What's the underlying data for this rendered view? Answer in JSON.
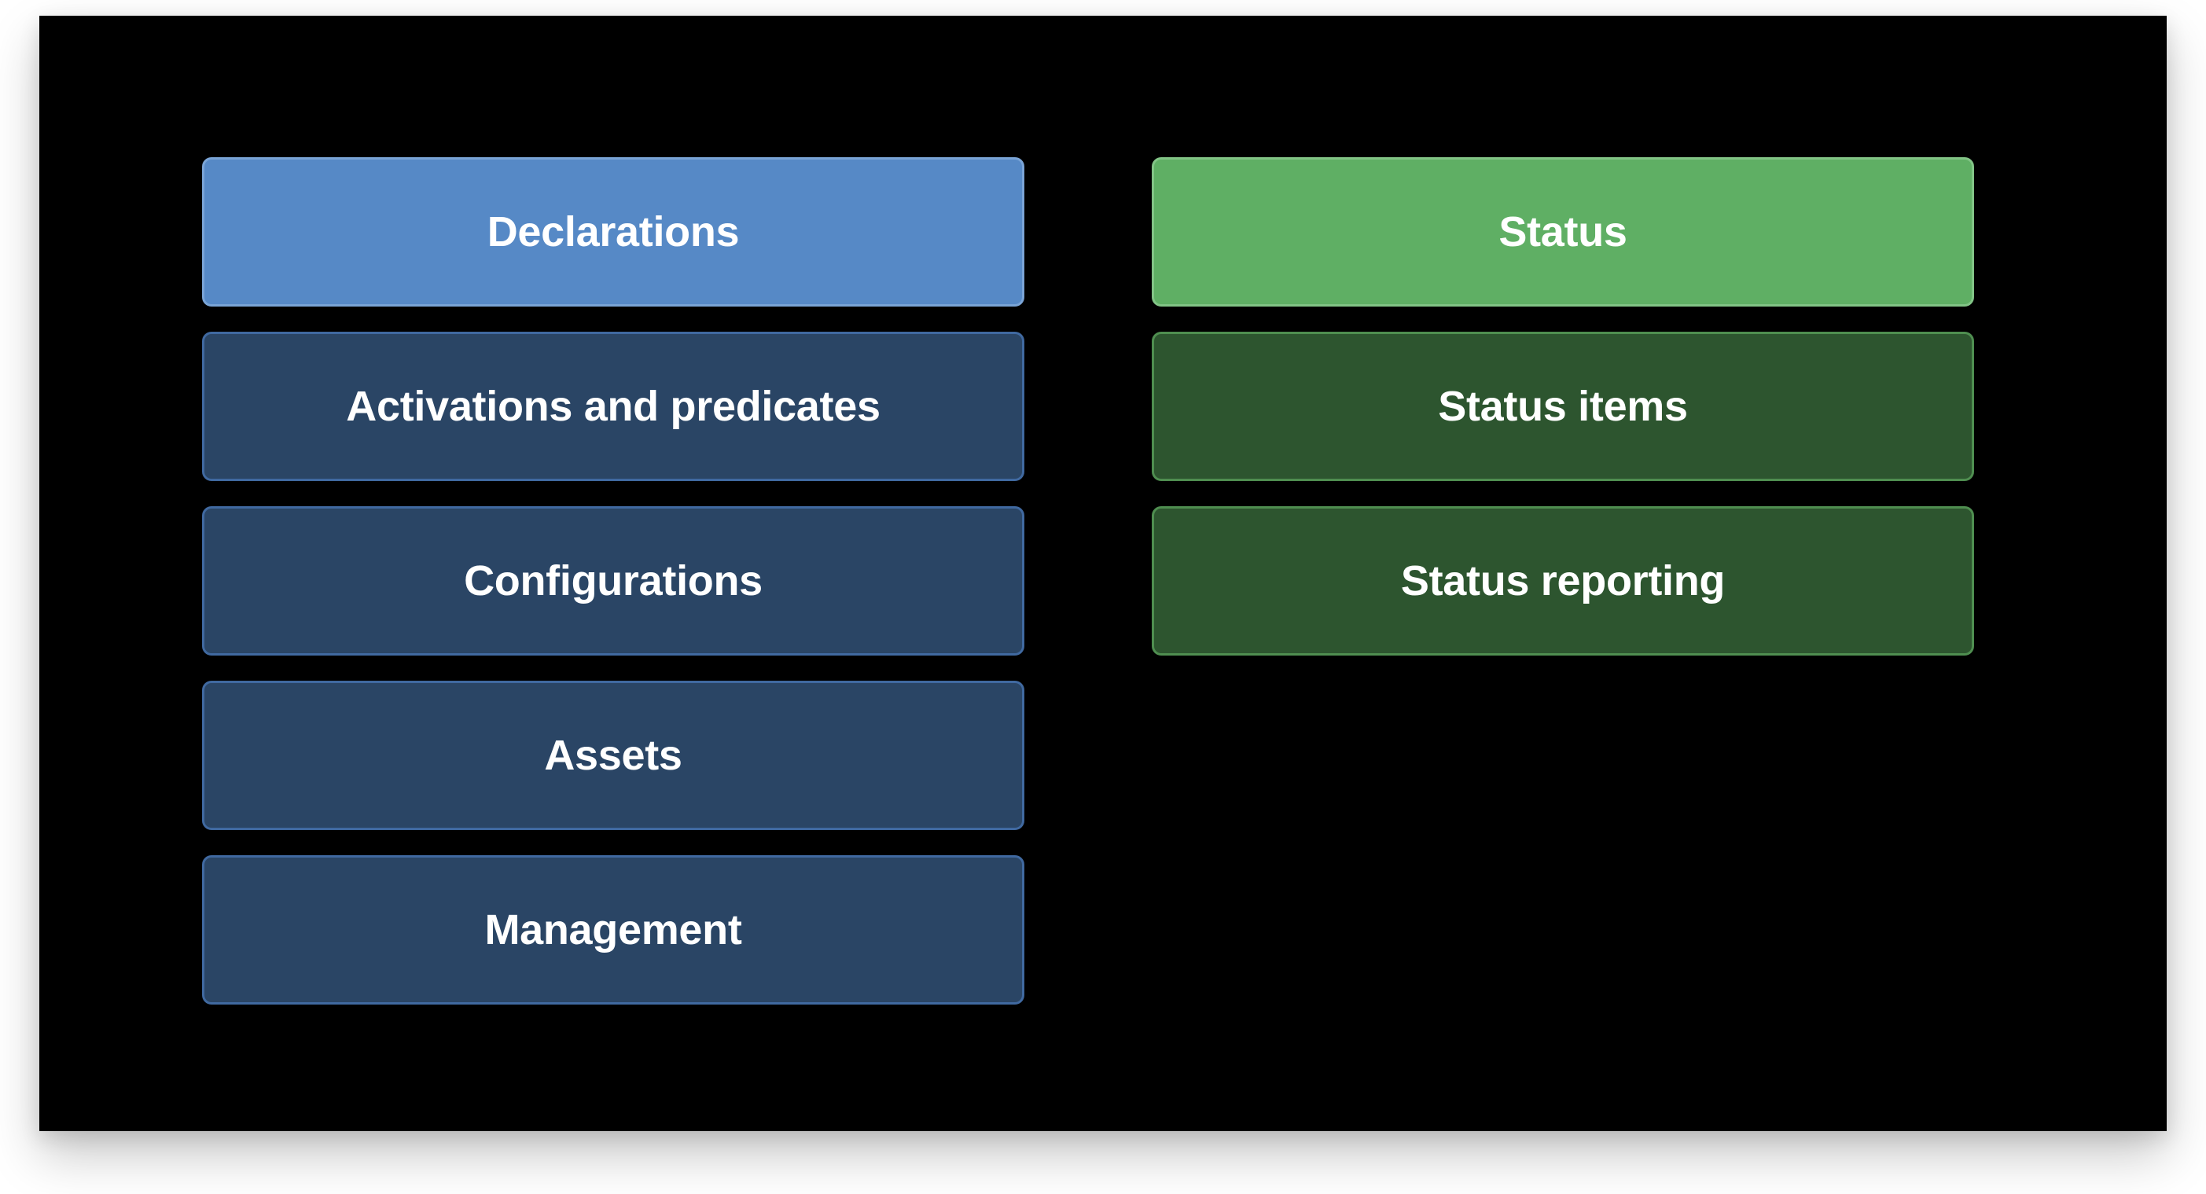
{
  "colors": {
    "background": "#000000",
    "declarations_primary": "#5689C6",
    "declarations_secondary": "#2A4565",
    "status_primary": "#5FAF64",
    "status_secondary": "#2D552F"
  },
  "left_column": {
    "header": "Declarations",
    "items": [
      "Activations and predicates",
      "Configurations",
      "Assets",
      "Management"
    ]
  },
  "right_column": {
    "header": "Status",
    "items": [
      "Status items",
      "Status reporting"
    ]
  }
}
